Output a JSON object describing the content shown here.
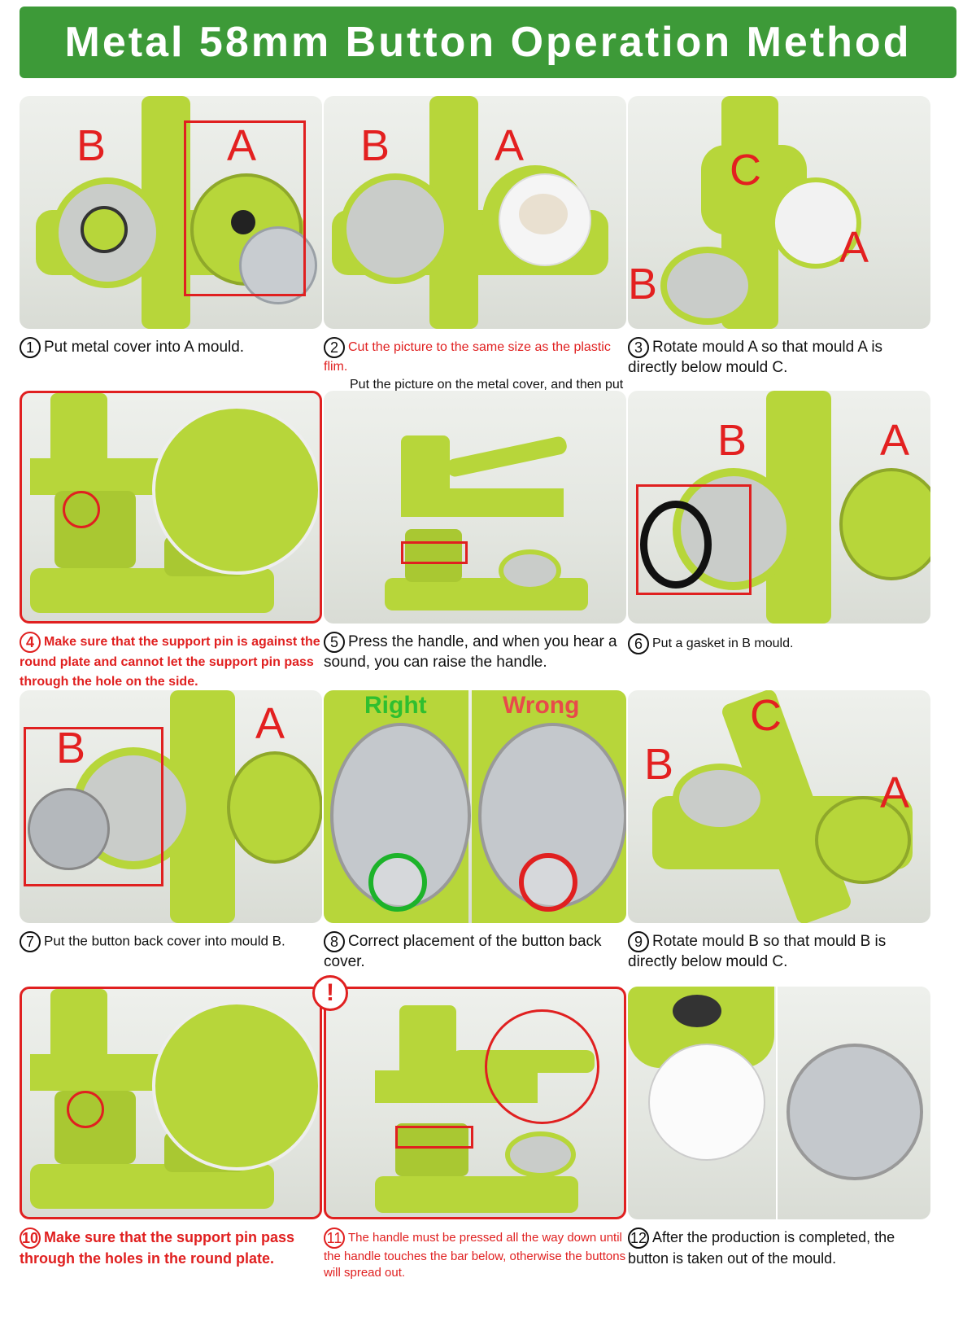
{
  "banner": {
    "title": "Metal 58mm Button Operation Method",
    "color": "#3d9a38"
  },
  "colors": {
    "machine_green": "#b7d63a",
    "accent_red": "#e02020"
  },
  "labels": {
    "a": "A",
    "b": "B",
    "c": "C",
    "right": "Right",
    "wrong": "Wrong",
    "exclaim": "!"
  },
  "steps": [
    {
      "num": "1",
      "text": "Put metal cover into A mould."
    },
    {
      "num": "2",
      "line1": "Cut the picture to the same size as the plastic flim.",
      "line2": "Put the picture on the metal cover, and then put the plastic film."
    },
    {
      "num": "3",
      "text": "Rotate mould A so that mould A is directly below mould C."
    },
    {
      "num": "4",
      "text": "Make sure that the support pin is against the round plate and cannot let the support pin pass through the hole on the side."
    },
    {
      "num": "5",
      "text": "Press the handle, and when you hear a sound, you can raise the handle."
    },
    {
      "num": "6",
      "text": "Put a gasket in B mould."
    },
    {
      "num": "7",
      "text": "Put the button back cover into mould B."
    },
    {
      "num": "8",
      "text": "Correct placement of the button back cover."
    },
    {
      "num": "9",
      "text": "Rotate mould B so that mould B is directly below mould C."
    },
    {
      "num": "10",
      "text": "Make sure that the support pin pass through the holes in the round plate."
    },
    {
      "num": "11",
      "text": "The handle must be pressed all the way down until the handle touches the bar below, otherwise the buttons will spread out."
    },
    {
      "num": "12",
      "text": "After the production is completed, the button is taken out of the mould."
    }
  ]
}
